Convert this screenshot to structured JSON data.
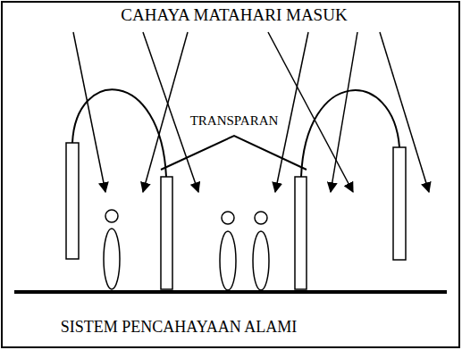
{
  "diagram": {
    "caption": "SISTEM PENCAHAYAAN ALAMI",
    "labels": [
      "CAHAYA MATAHARI MASUK",
      "TRANSPARAN"
    ]
  }
}
